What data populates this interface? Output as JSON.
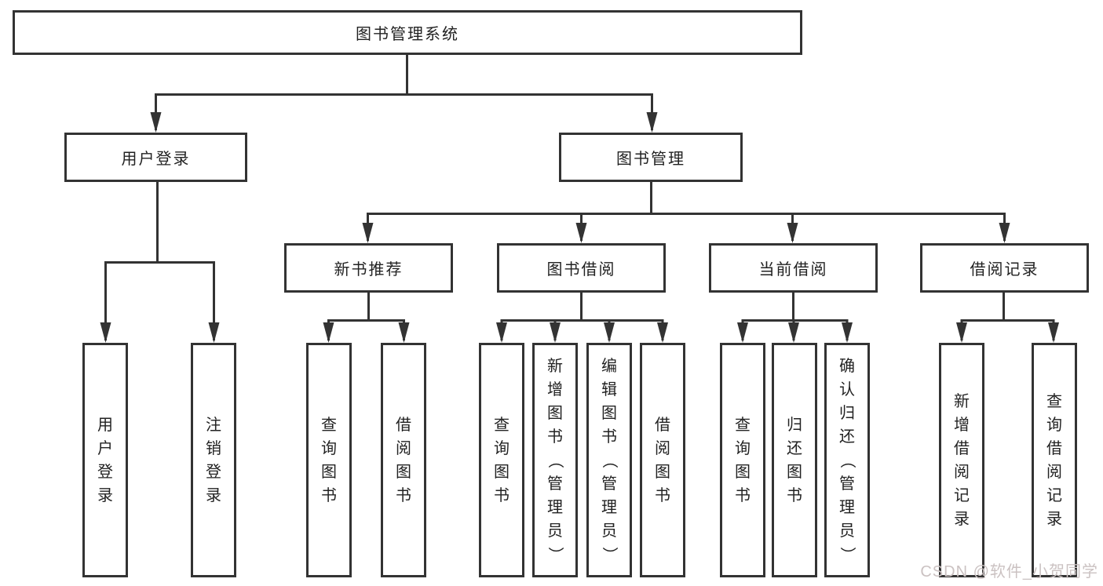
{
  "diagram_type": "hierarchy-tree",
  "root": {
    "label": "图书管理系统"
  },
  "user_branch": {
    "label": "用户登录",
    "leaves": [
      "用户登录",
      "注销登录"
    ]
  },
  "book_branch": {
    "label": "图书管理",
    "sections": [
      {
        "label": "新书推荐",
        "leaves": [
          "查询图书",
          "借阅图书"
        ]
      },
      {
        "label": "图书借阅",
        "leaves": [
          "查询图书",
          "新增图书（管理员）",
          "编辑图书（管理员）",
          "借阅图书"
        ]
      },
      {
        "label": "当前借阅",
        "leaves": [
          "查询图书",
          "归还图书",
          "确认归还（管理员）"
        ]
      },
      {
        "label": "借阅记录",
        "leaves": [
          "新增借阅记录",
          "查询借阅记录"
        ]
      }
    ]
  },
  "watermark": "CSDN @软件_小贺同学",
  "colors": {
    "line": "#333333",
    "text": "#222222",
    "watermark": "#cbc2c2",
    "background": "#ffffff"
  }
}
